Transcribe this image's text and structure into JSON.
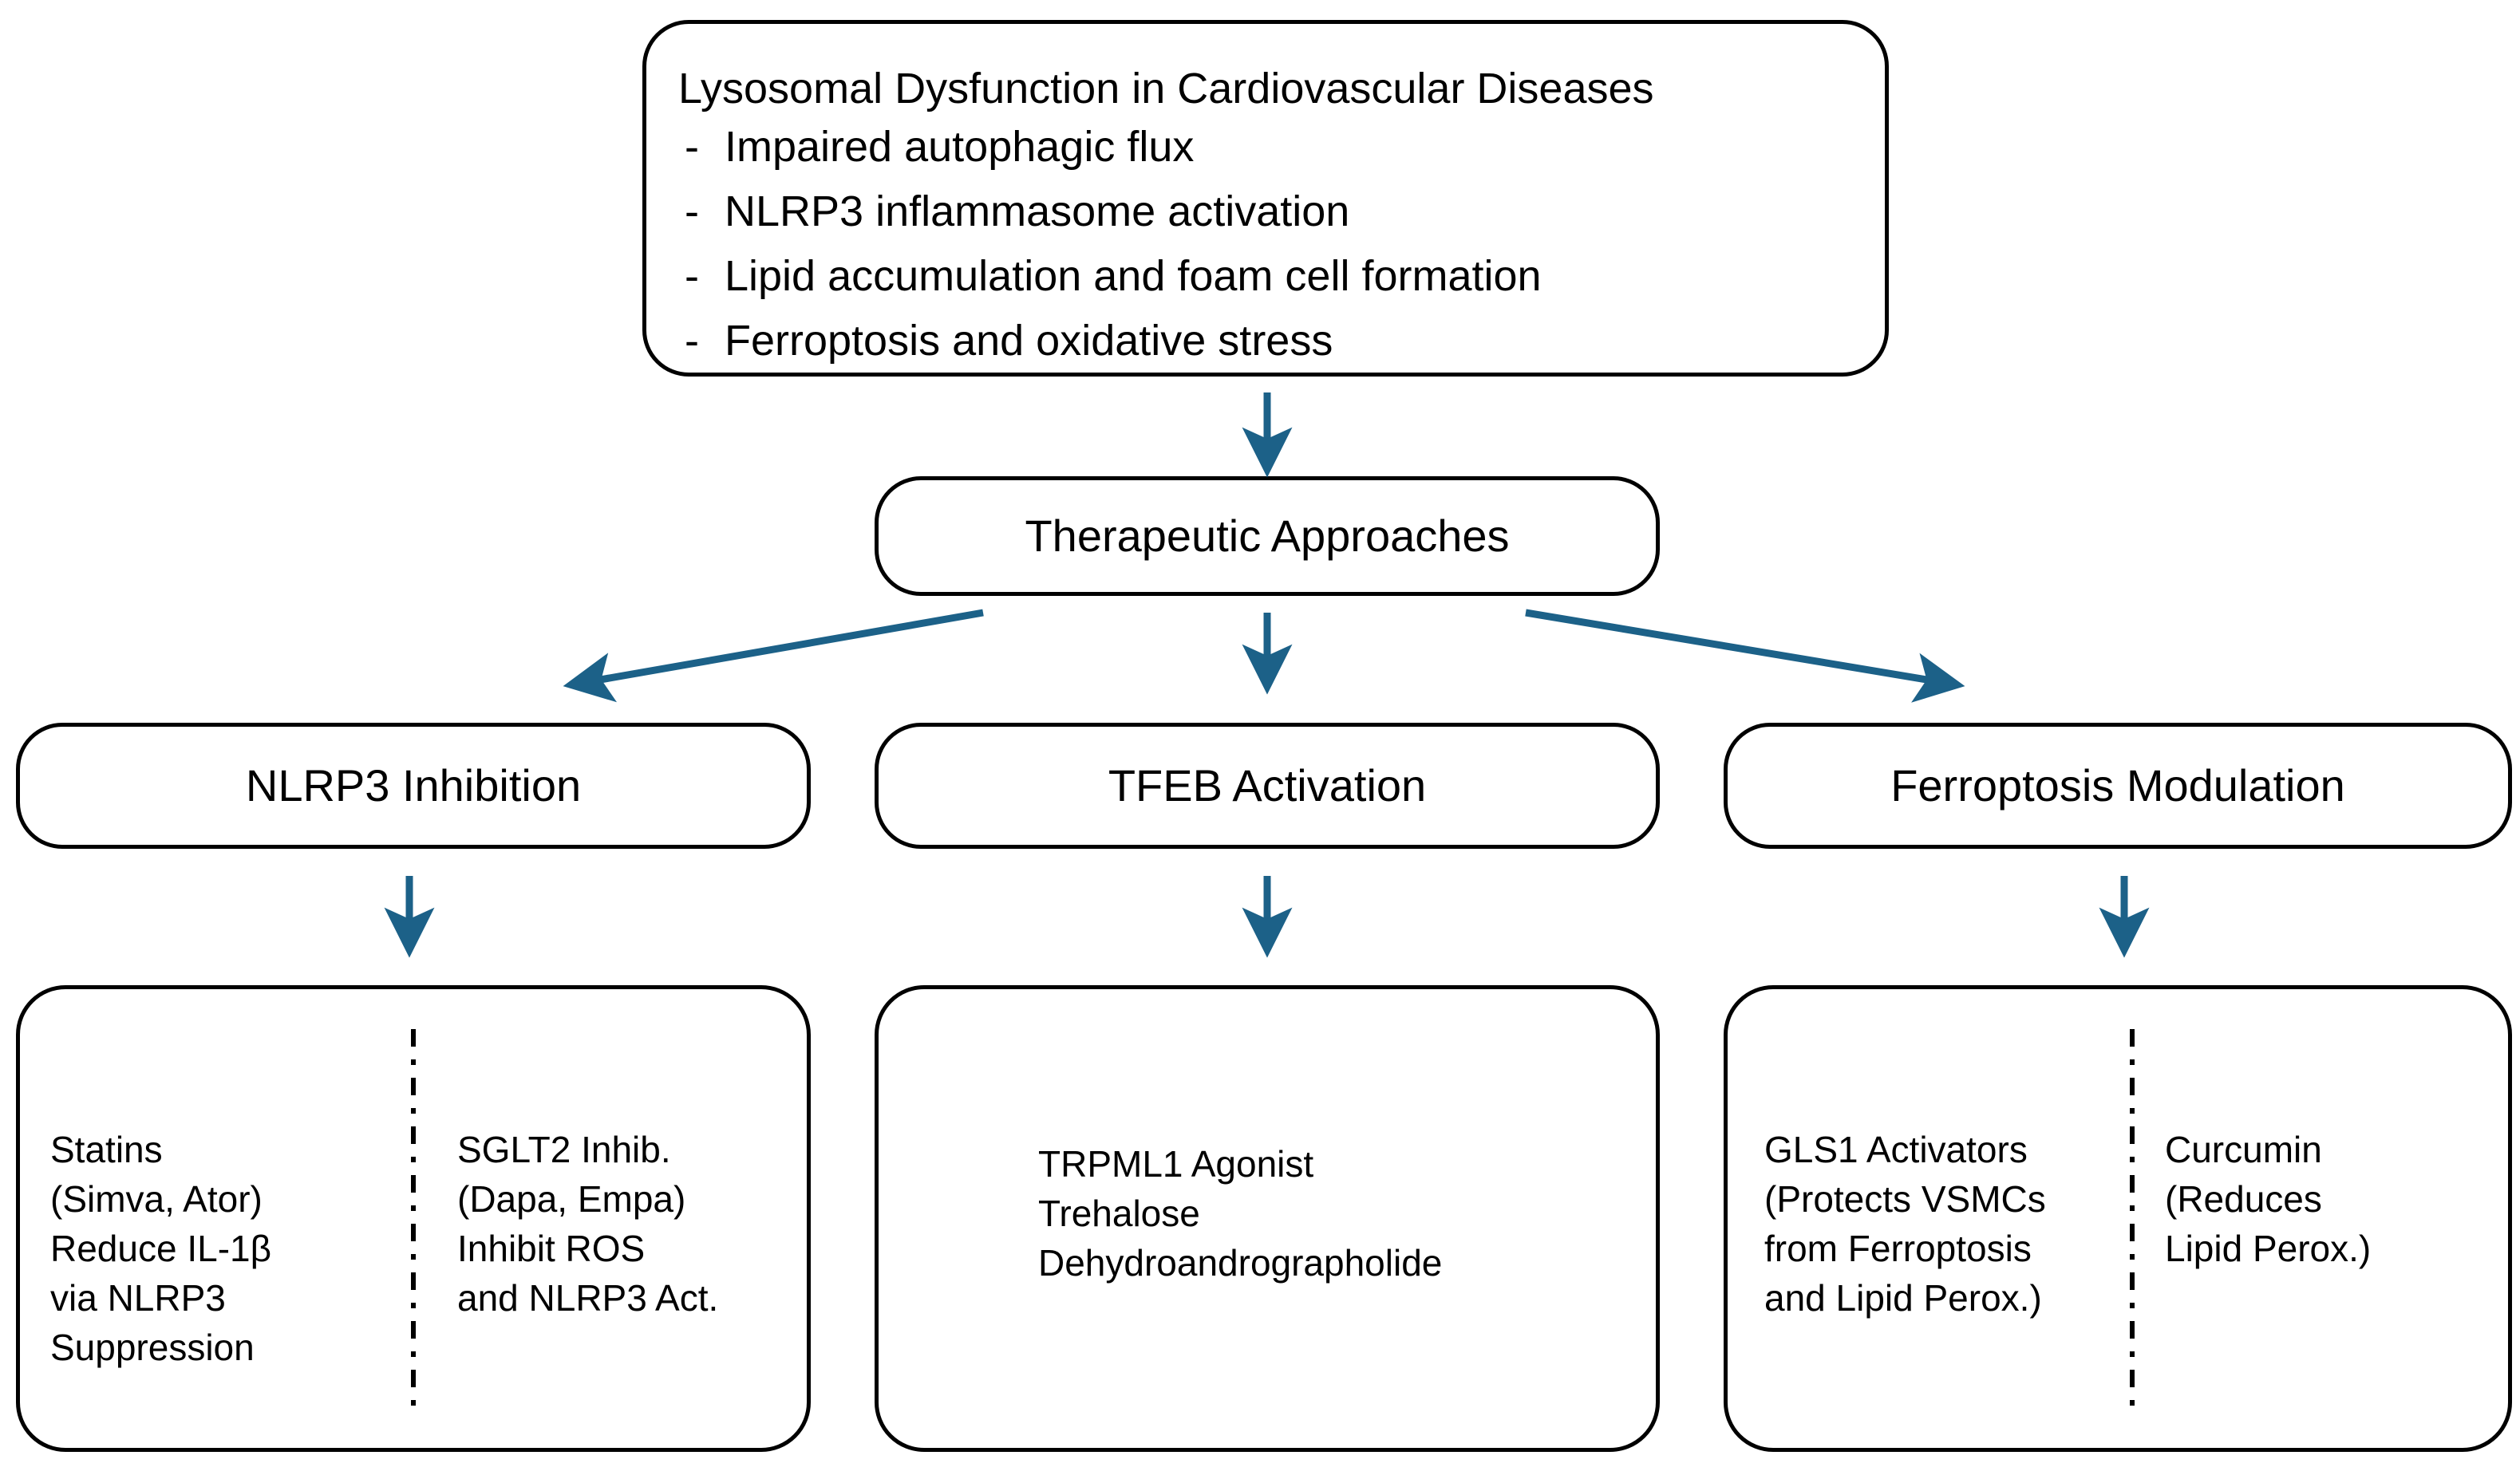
{
  "colors": {
    "arrow": "#1c6188",
    "box_border": "#000000",
    "text": "#000000",
    "background": "#ffffff"
  },
  "overview": {
    "title": "Lysosomal Dysfunction in Cardiovascular Diseases",
    "bullet_marker": "-",
    "bullets": [
      "Impaired autophagic flux",
      "NLRP3 inflammasome activation",
      "Lipid accumulation and foam cell formation",
      "Ferroptosis and oxidative stress"
    ]
  },
  "therapeutic": {
    "label": "Therapeutic Approaches"
  },
  "categories": [
    {
      "label": "NLRP3 Inhibition"
    },
    {
      "label": "TFEB Activation"
    },
    {
      "label": "Ferroptosis Modulation"
    }
  ],
  "details": [
    {
      "left": "Statins\n(Simva, Ator)\nReduce IL-1β\nvia NLRP3\nSuppression",
      "right": "SGLT2 Inhib.\n(Dapa, Empa)\nInhibit ROS\nand NLRP3 Act.",
      "divided": true
    },
    {
      "solo": "TRPML1 Agonist\nTrehalose\nDehydroandrographolide",
      "divided": false
    },
    {
      "left": "GLS1 Activators\n(Protects VSMCs\nfrom Ferroptosis\nand Lipid Perox.)",
      "right": "Curcumin\n(Reduces\nLipid Perox.)",
      "divided": true
    }
  ],
  "arrows": [
    {
      "name": "overview-to-therapeutic",
      "kind": "down"
    },
    {
      "name": "therapeutic-to-nlrp3",
      "kind": "diagonal-left"
    },
    {
      "name": "therapeutic-to-tfeb",
      "kind": "down"
    },
    {
      "name": "therapeutic-to-ferroptosis",
      "kind": "diagonal-right"
    },
    {
      "name": "nlrp3-to-detail",
      "kind": "down"
    },
    {
      "name": "tfeb-to-detail",
      "kind": "down"
    },
    {
      "name": "ferroptosis-to-detail",
      "kind": "down"
    }
  ]
}
